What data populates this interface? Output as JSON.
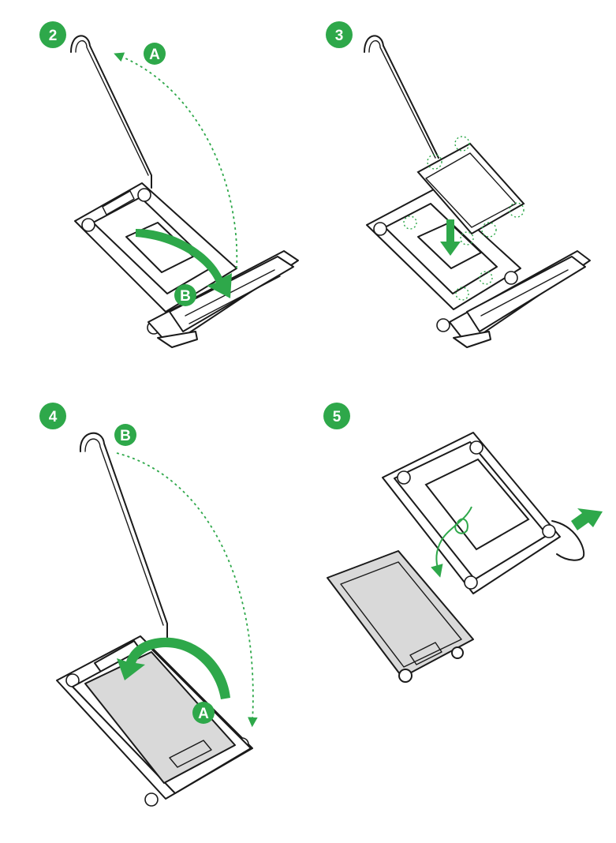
{
  "colors": {
    "accent": "#2ea84a",
    "line": "#1a1a1a",
    "cover_grey": "#d9d9d9"
  },
  "steps": [
    {
      "number": "2",
      "labels": [
        "A",
        "B"
      ]
    },
    {
      "number": "3",
      "labels": []
    },
    {
      "number": "4",
      "labels": [
        "B",
        "A"
      ]
    },
    {
      "number": "5",
      "labels": []
    }
  ]
}
